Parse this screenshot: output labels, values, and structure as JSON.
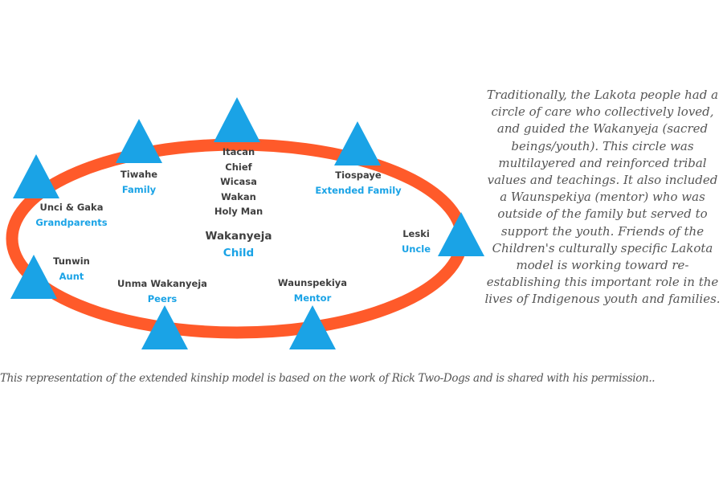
{
  "colors": {
    "ring": "#ff5a2a",
    "triangle": "#1aa3e6",
    "lakota_text": "#3f3f3f",
    "english_text": "#1aa3e6",
    "body_text": "#555555"
  },
  "diagram": {
    "center": {
      "lakota": "Wakanyeja",
      "english": "Child"
    },
    "top_stack": [
      "Itacan",
      "Chief",
      "Wicasa",
      "Wakan",
      "Holy Man"
    ],
    "relations": [
      {
        "id": "tiwahe",
        "lakota": "Tiwahe",
        "english": "Family"
      },
      {
        "id": "tiospaye",
        "lakota": "Tiospaye",
        "english": "Extended Family"
      },
      {
        "id": "unci-gaka",
        "lakota": "Unci & Gaka",
        "english": "Grandparents"
      },
      {
        "id": "leski",
        "lakota": "Leski",
        "english": "Uncle"
      },
      {
        "id": "tunwin",
        "lakota": "Tunwin",
        "english": "Aunt"
      },
      {
        "id": "unma-wakanyeja",
        "lakota": "Unma Wakanyeja",
        "english": "Peers"
      },
      {
        "id": "waunspekiya",
        "lakota": "Waunspekiya",
        "english": "Mentor"
      }
    ]
  },
  "description": "Traditionally, the Lakota people had a circle of care who collectively loved, and guided the Wakanyeja (sacred beings/youth). This circle was multilayered and reinforced tribal values and teachings. It also included a Waunspekiya (mentor) who was outside of the family but served to support the youth.  Friends of the Children's culturally specific Lakota model is working toward re-establishing this important role in the lives of Indigenous youth and families.",
  "caption": "This representation of the extended kinship model is based on the work of Rick Two-Dogs and is shared with his permission.."
}
